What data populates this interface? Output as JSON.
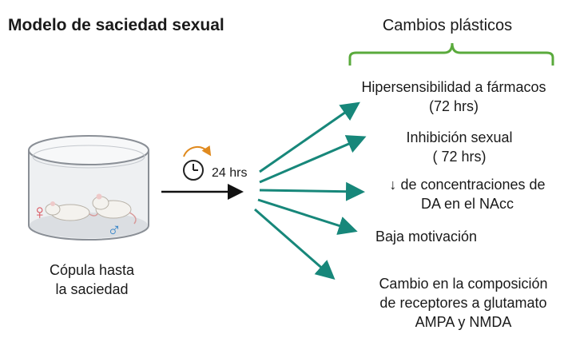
{
  "title": "Modelo de saciedad sexual",
  "header": "Cambios plásticos",
  "caption": [
    "Cópula hasta",
    "la saciedad"
  ],
  "time_label": "24 hrs",
  "outcomes": [
    {
      "lines": [
        "Hipersensibilidad a fármacos",
        "(72 hrs)"
      ]
    },
    {
      "lines": [
        "Inhibición sexual",
        "( 72 hrs)"
      ]
    },
    {
      "lines": [
        "de concentraciones de",
        "DA en el NAcc"
      ],
      "symbol": "↓"
    },
    {
      "lines": [
        "Baja motivación"
      ]
    },
    {
      "lines": [
        "Cambio en la composición",
        "de receptores a glutamato",
        "AMPA y NMDA"
      ]
    }
  ],
  "symbols": {
    "female": "♀",
    "male": "♂"
  },
  "colors": {
    "arrow": "#17877a",
    "bracket": "#5aaa3c",
    "clock_arc": "#e08a1e",
    "female": "#d9505a",
    "male": "#3a86c8"
  }
}
